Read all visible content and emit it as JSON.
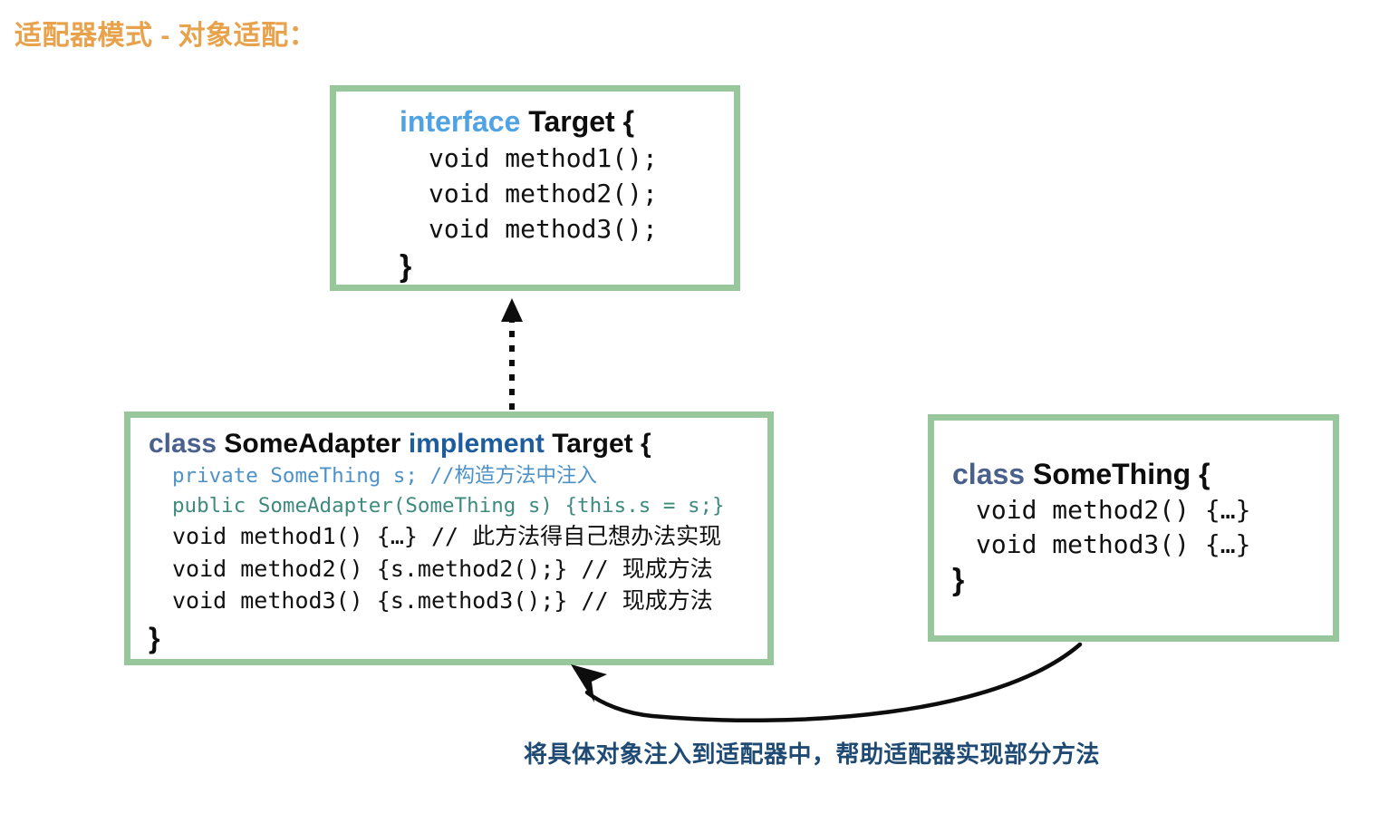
{
  "title": "适配器模式 - 对象适配：",
  "colors": {
    "title_orange": "#e8a24c",
    "box_border_green": "#98c79c",
    "keyword_interface_blue": "#4fa2e3",
    "keyword_class_slate": "#4a618d",
    "keyword_implement_blue": "#1d5d9e",
    "code_field_blue": "#4d92c7",
    "code_ctor_teal": "#3e8b7d",
    "caption_navy": "#1e4a73",
    "arrow_black": "#000000",
    "background": "#ffffff"
  },
  "boxes": {
    "target": {
      "header": {
        "keyword": "interface",
        "name": "Target {"
      },
      "lines": [
        "void method1();",
        "void method2();",
        "void method3();"
      ],
      "close": "}"
    },
    "adapter": {
      "header": {
        "keyword1": "class",
        "name1": "SomeAdapter",
        "keyword2": "implement",
        "name2": "Target {"
      },
      "lines": [
        {
          "text": "private SomeThing s; //构造方法中注入",
          "style": "blue"
        },
        {
          "text": "public SomeAdapter(SomeThing s) {this.s = s;}",
          "style": "teal"
        },
        {
          "text": "void method1() {…} // 此方法得自己想办法实现",
          "style": "plain"
        },
        {
          "text": "void method2() {s.method2();} // 现成方法",
          "style": "plain"
        },
        {
          "text": "void method3() {s.method3();} // 现成方法",
          "style": "plain"
        }
      ],
      "close": "}"
    },
    "something": {
      "header": {
        "keyword": "class",
        "name": "SomeThing {"
      },
      "lines": [
        "void method2() {…}",
        "void method3() {…}"
      ],
      "close": "}"
    }
  },
  "arrows": {
    "implements_arrow": {
      "style": "dotted-line-with-hollow-triangle",
      "from": "SomeAdapter box top",
      "to": "Target box bottom"
    },
    "injection_arrow": {
      "style": "curved-solid-with-solid-arrowhead",
      "from": "SomeThing box bottom-left",
      "to": "SomeAdapter box bottom-right"
    }
  },
  "caption": "将具体对象注入到适配器中，帮助适配器实现部分方法"
}
